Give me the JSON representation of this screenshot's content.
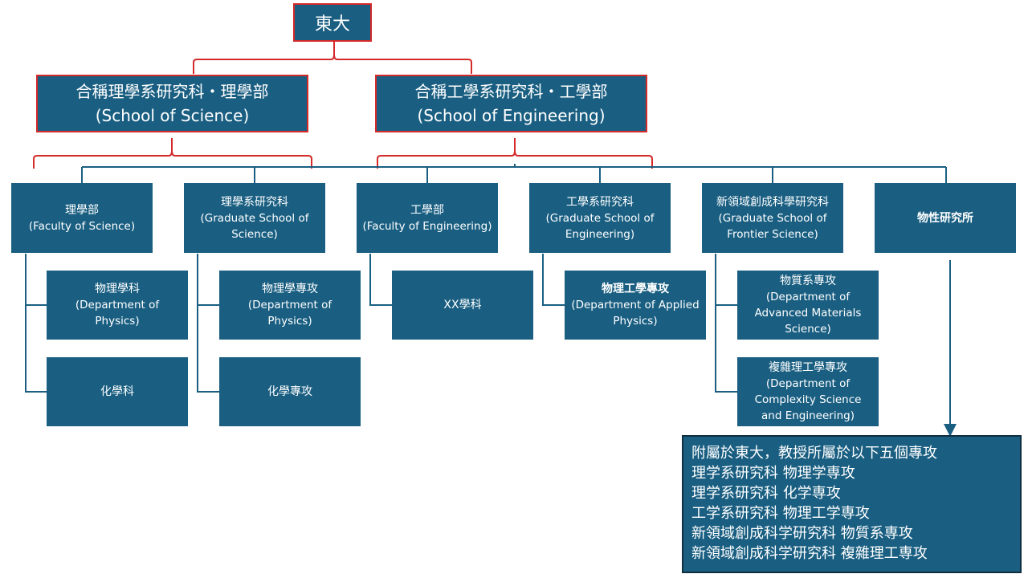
{
  "root": {
    "label": "東大"
  },
  "schools": {
    "science": {
      "zh": "合稱理學系研究科・理學部",
      "en": "(School of Science)"
    },
    "engineering": {
      "zh": "合稱工學系研究科・工學部",
      "en": "(School of Engineering)"
    }
  },
  "units": {
    "faculty_science": {
      "zh": "理學部",
      "en": "(Faculty of Science)"
    },
    "grad_science": {
      "zh": "理學系研究科",
      "en1": "(Graduate School of",
      "en2": "Science)"
    },
    "faculty_engineering": {
      "zh": "工學部",
      "en": "(Faculty of Engineering)"
    },
    "grad_engineering": {
      "zh": "工學系研究科",
      "en1": "(Graduate School of",
      "en2": "Engineering)"
    },
    "frontier": {
      "zh": "新領域創成科學研究科",
      "en1": "(Graduate School of",
      "en2": "Frontier Science)"
    },
    "issp": {
      "zh": "物性研究所"
    }
  },
  "departments": {
    "physics_dept": {
      "zh": "物理學科",
      "en1": "(Department of",
      "en2": "Physics)"
    },
    "chem_dept": {
      "zh": "化學科"
    },
    "physics_major": {
      "zh": "物理學專攻",
      "en1": "(Department of",
      "en2": "Physics)"
    },
    "chem_major": {
      "zh": "化學專攻"
    },
    "xx_dept": {
      "zh": "XX學科"
    },
    "applied_physics": {
      "zh": "物理工學專攻",
      "en1": "(Department of Applied",
      "en2": "Physics)"
    },
    "materials": {
      "zh": "物質系專攻",
      "en1": "(Department of",
      "en2": "Advanced Materials",
      "en3": "Science)"
    },
    "complexity": {
      "zh": "複雜理工學專攻",
      "en1": "(Department of",
      "en2": "Complexity Science",
      "en3": "and Engineering)"
    }
  },
  "note": {
    "lines": [
      "附屬於東大，教授所屬於以下五個專攻",
      "理学系研究科 物理学専攻",
      "理学系研究科 化学専攻",
      "工学系研究科 物理工学専攻",
      "新領域創成科学研究科 物質系専攻",
      "新領域創成科学研究科 複雜理工専攻"
    ]
  },
  "colors": {
    "box": "#1a5f82",
    "bracket": "#d42a2a",
    "connector": "#1a5f82"
  }
}
